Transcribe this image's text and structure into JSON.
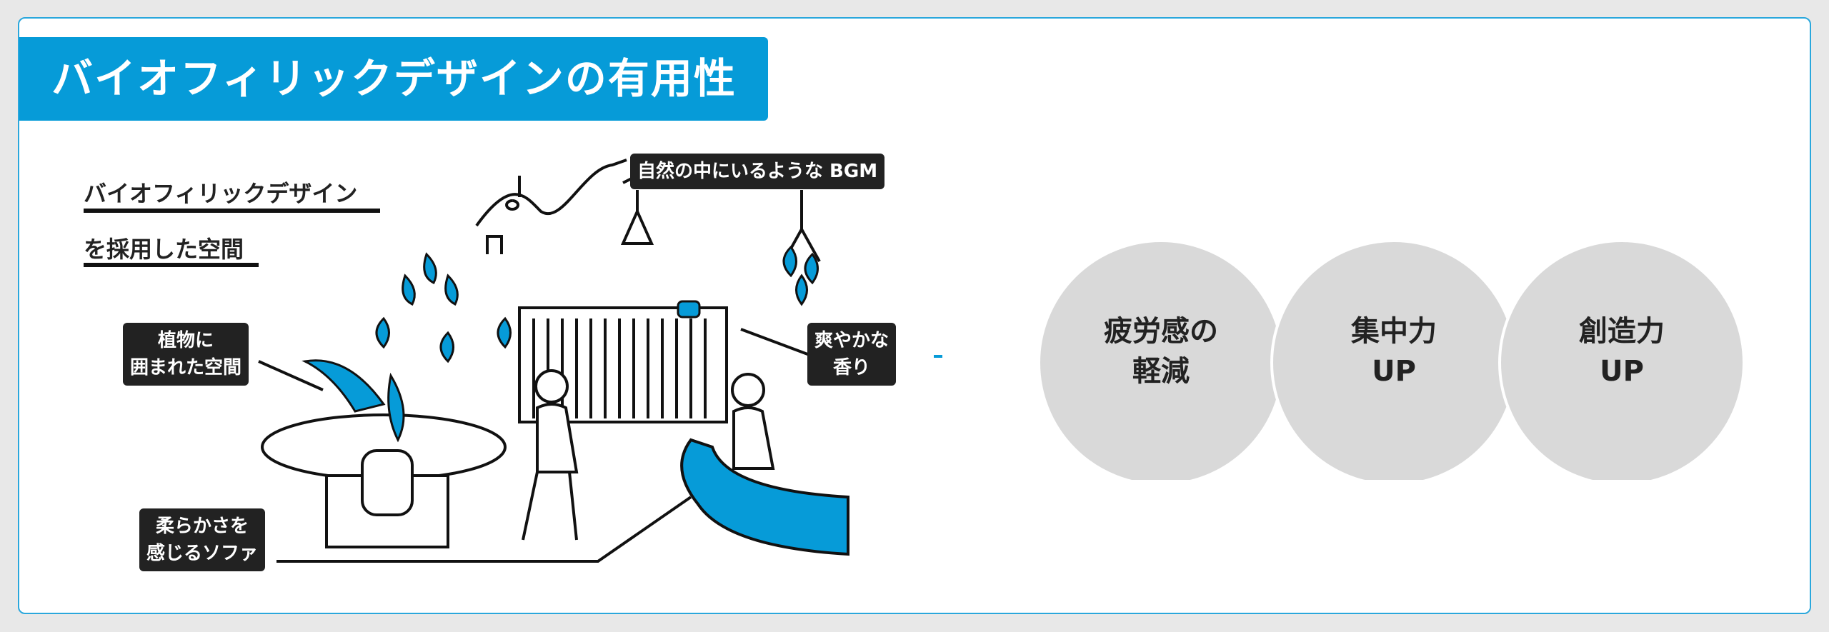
{
  "title": "バイオフィリックデザインの有用性",
  "subtitle": {
    "line1": "バイオフィリックデザイン",
    "line2": "を採用した空間"
  },
  "labels": {
    "bgm": "自然の中にいるような BGM",
    "plants": [
      "植物に",
      "囲まれた空間"
    ],
    "scent": [
      "爽やかな",
      "香り"
    ],
    "sofa": [
      "柔らかさを",
      "感じるソファ"
    ]
  },
  "benefits": [
    {
      "line1": "疲労感の",
      "line2": "軽減",
      "icon": "fatigue-person-icon"
    },
    {
      "line1": "集中力",
      "line2": "UP",
      "icon": "desk-worker-icon"
    },
    {
      "line1": "創造力",
      "line2": "UP",
      "icon": "thinking-person-icon"
    }
  ],
  "colors": {
    "accent": "#069bd8",
    "tag": "#222222",
    "circle": "#d9d9d9",
    "background": "#e8e8e8"
  }
}
